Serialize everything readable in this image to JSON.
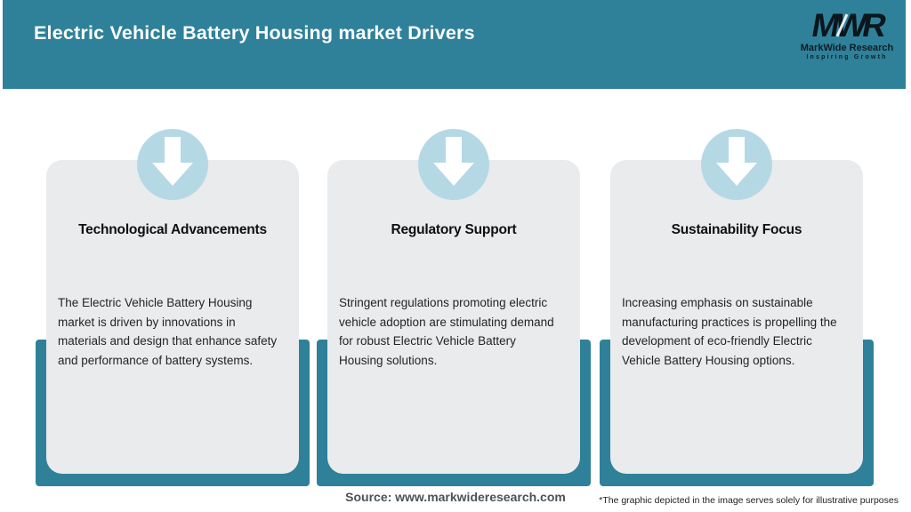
{
  "header": {
    "title": "Electric Vehicle Battery Housing market Drivers",
    "logo": {
      "acronym": "MWR",
      "name": "MarkWide Research",
      "tagline": "Inspiring Growth"
    }
  },
  "cards": [
    {
      "icon": "down-arrow-icon",
      "title": "Technological Advancements",
      "description": "The Electric Vehicle Battery Housing\nmarket is driven by innovations in\nmaterials and design that enhance safety\nand performance of battery systems."
    },
    {
      "icon": "down-arrow-icon",
      "title": "Regulatory Support",
      "description": "Stringent regulations promoting electric\nvehicle adoption are stimulating demand\nfor robust Electric Vehicle Battery\nHousing solutions."
    },
    {
      "icon": "down-arrow-icon",
      "title": "Sustainability Focus",
      "description": "Increasing emphasis on sustainable\nmanufacturing practices is propelling the\ndevelopment of eco-friendly Electric\nVehicle Battery Housing options."
    }
  ],
  "footer": {
    "source": "Source: www.markwideresearch.com",
    "disclaimer": "*The graphic depicted in the image serves solely for illustrative purposes"
  },
  "colors": {
    "teal": "#2f8199",
    "circle": "#b5d8e5",
    "card_bg": "#e9ebec"
  }
}
